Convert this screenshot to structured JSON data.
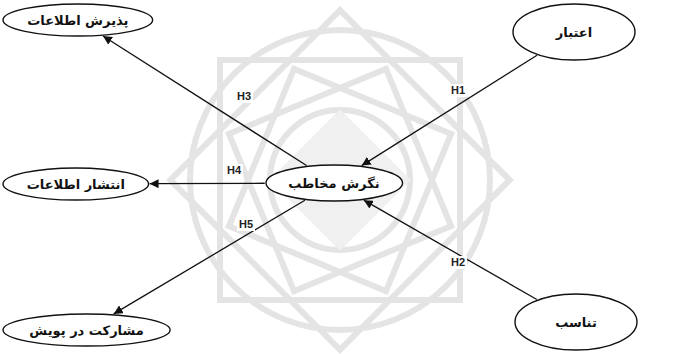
{
  "diagram": {
    "nodes": [
      {
        "text": [
          "اعتبار"
        ]
      },
      {
        "text": [
          "تناسب"
        ]
      },
      {
        "text": [
          "نگرش مخاطب"
        ]
      },
      {
        "text": [
          "پذیرش اطلاعات"
        ]
      },
      {
        "text": [
          "انتشار اطلاعات"
        ]
      },
      {
        "text": [
          "مشارکت در پویش"
        ]
      }
    ],
    "edges": [
      {
        "from": 0,
        "to": 2,
        "arrow": "to",
        "label": "H1"
      },
      {
        "from": 1,
        "to": 2,
        "arrow": "to",
        "label": "H2"
      },
      {
        "from": 2,
        "to": 3,
        "arrow": "to",
        "label": "H3"
      },
      {
        "from": 2,
        "to": 4,
        "arrow": "to",
        "label": "H4"
      },
      {
        "from": 2,
        "to": 5,
        "arrow": "to",
        "label": "H5"
      }
    ]
  }
}
